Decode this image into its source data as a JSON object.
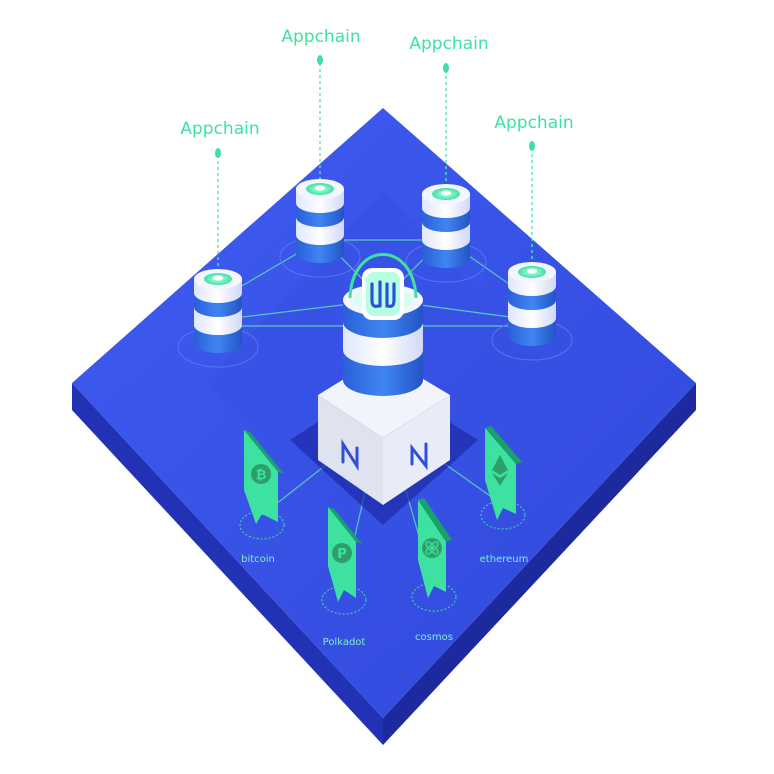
{
  "appchains": [
    {
      "label": "Appchain"
    },
    {
      "label": "Appchain"
    },
    {
      "label": "Appchain"
    },
    {
      "label": "Appchain"
    }
  ],
  "bridges": [
    {
      "label": "bitcoin",
      "icon": "bitcoin-icon"
    },
    {
      "label": "Polkadot",
      "icon": "polkadot-icon"
    },
    {
      "label": "cosmos",
      "icon": "cosmos-icon"
    },
    {
      "label": "ethereum",
      "icon": "ethereum-icon"
    }
  ],
  "hub": {
    "logo": "octopus-logo-icon",
    "base_mark": "near-logo-icon"
  },
  "colors": {
    "platform_top": "#3a55e8",
    "platform_side": "#2536c0",
    "accent": "#3ee2a0",
    "node_white": "#f4f6ff",
    "node_blue": "#2f6be6"
  }
}
